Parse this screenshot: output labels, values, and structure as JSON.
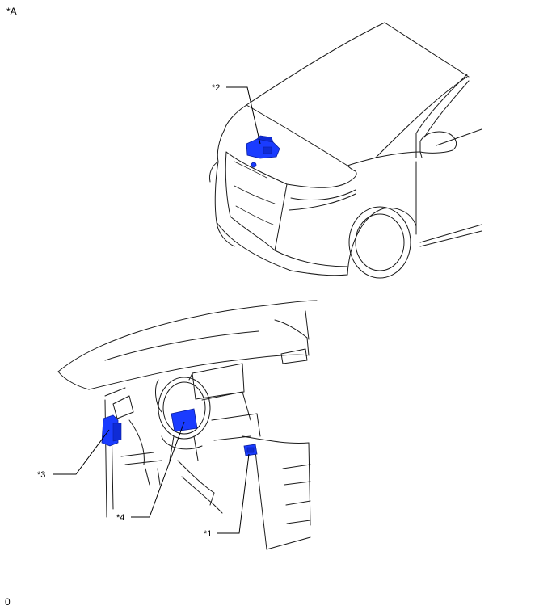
{
  "view_label": "*A",
  "callouts": {
    "c1": "*1",
    "c2": "*2",
    "c3": "*3",
    "c4": "*4"
  },
  "footer_code": "0",
  "colors": {
    "component": "#1a3cff",
    "line": "#1a1a1a"
  }
}
